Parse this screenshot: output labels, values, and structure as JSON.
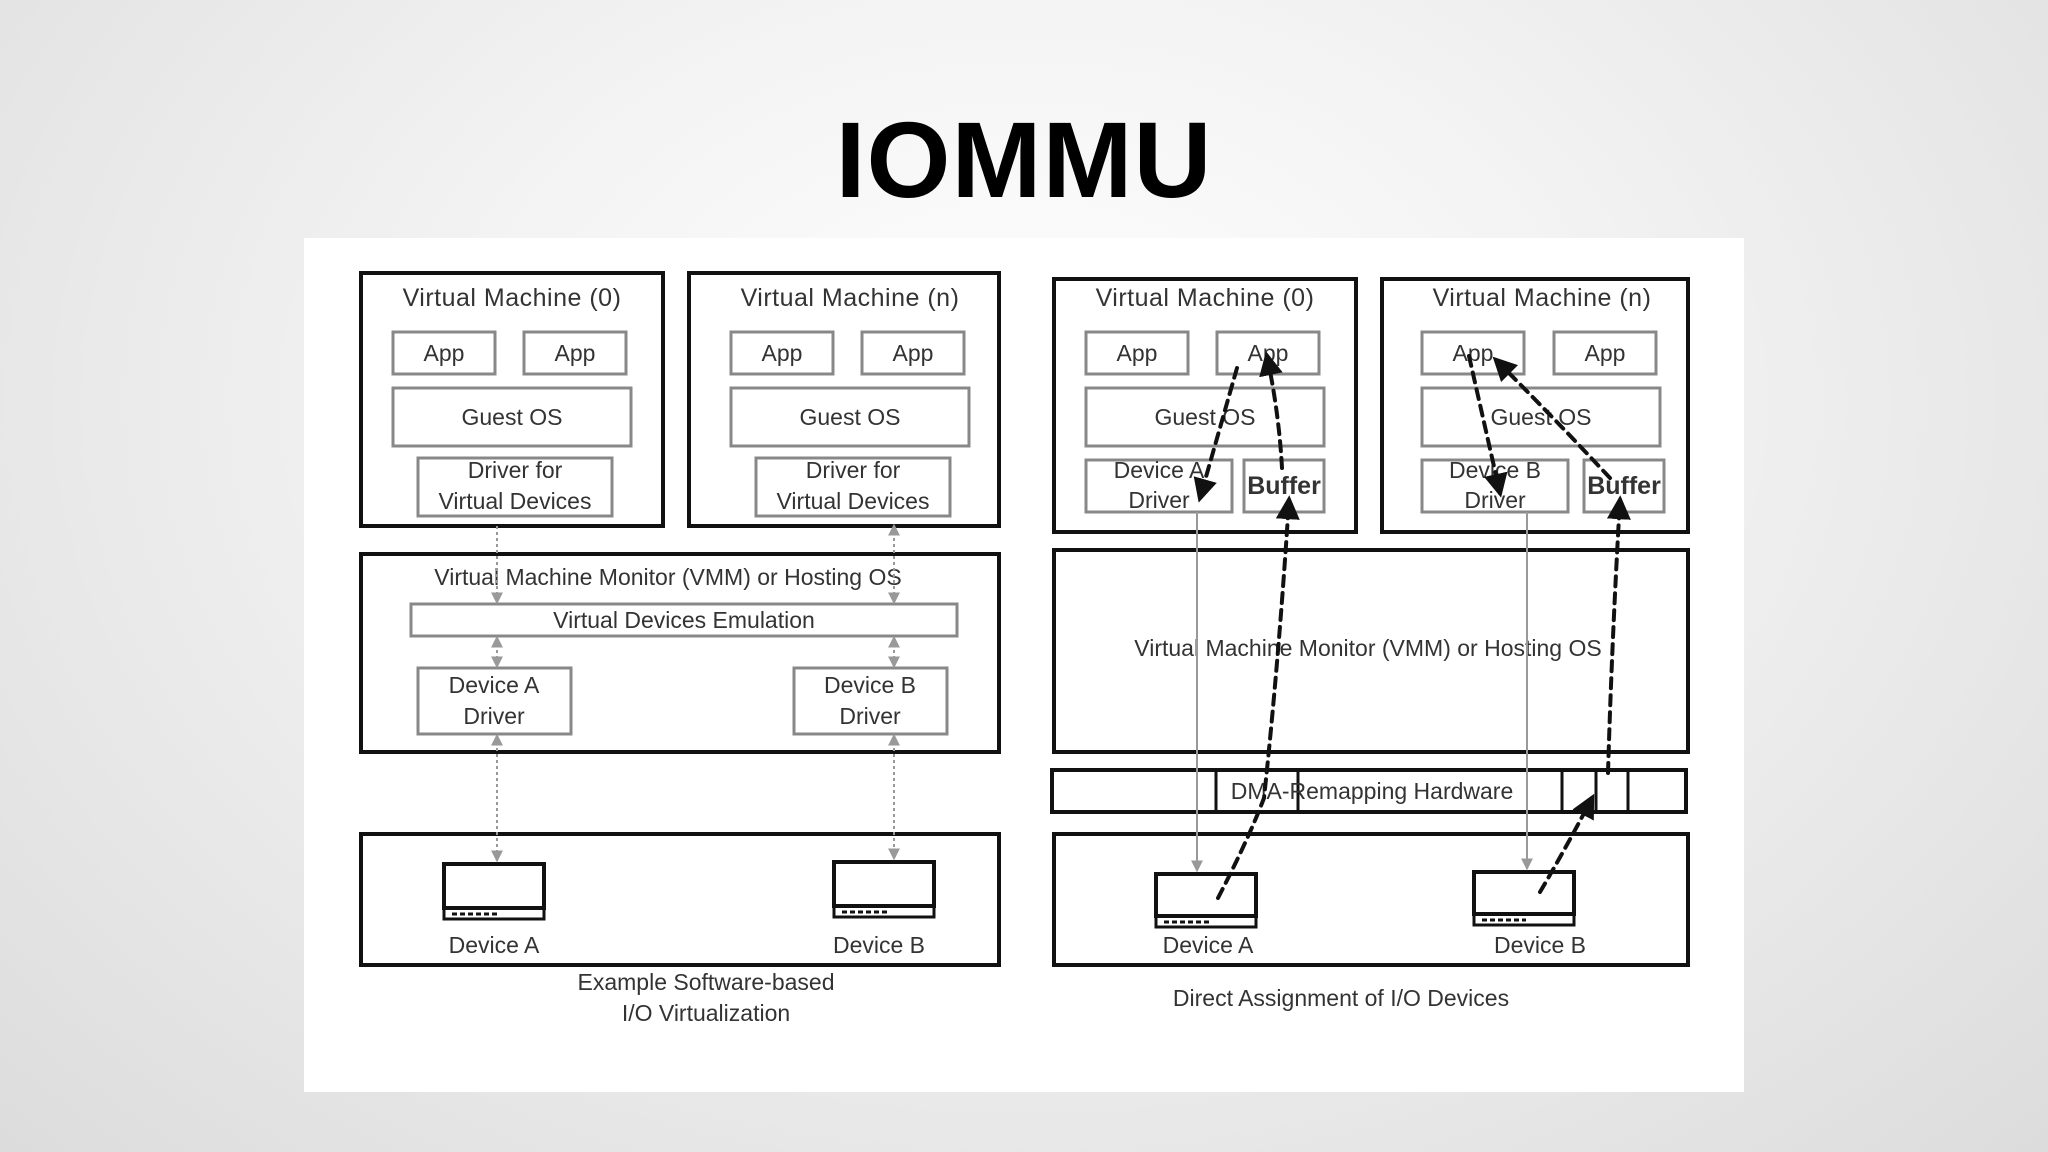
{
  "slide": {
    "title": "IOMMU",
    "background_colors": [
      "#ffffff",
      "#dcdcdc"
    ]
  },
  "colors": {
    "frame": "#111111",
    "inner_box": "#888888",
    "text": "#333333",
    "flow_arrow": "#999999",
    "dma_path": "#111111"
  },
  "left_diagram": {
    "caption_line1": "Example Software-based",
    "caption_line2": "I/O Virtualization",
    "vm0": {
      "title": "Virtual Machine (0)",
      "app1": "App",
      "app2": "App",
      "guest_os": "Guest OS",
      "driver_line1": "Driver for",
      "driver_line2": "Virtual Devices"
    },
    "vmn": {
      "title": "Virtual Machine (n)",
      "app1": "App",
      "app2": "App",
      "guest_os": "Guest OS",
      "driver_line1": "Driver for",
      "driver_line2": "Virtual Devices"
    },
    "vmm": {
      "title": "Virtual Machine Monitor (VMM) or Hosting OS",
      "emulation": "Virtual Devices Emulation",
      "driver_a_line1": "Device A",
      "driver_a_line2": "Driver",
      "driver_b_line1": "Device B",
      "driver_b_line2": "Driver"
    },
    "hardware": {
      "device_a": "Device A",
      "device_b": "Device B"
    }
  },
  "right_diagram": {
    "caption": "Direct Assignment of I/O Devices",
    "vm0": {
      "title": "Virtual Machine (0)",
      "app1": "App",
      "app2": "App",
      "guest_os": "Guest OS",
      "driver_line1": "Device A",
      "driver_line2": "Driver",
      "buffer": "Buffer"
    },
    "vmn": {
      "title": "Virtual Machine (n)",
      "app1": "App",
      "app2": "App",
      "guest_os": "Guest OS",
      "driver_line1": "Device B",
      "driver_line2": "Driver",
      "buffer": "Buffer"
    },
    "vmm": {
      "title": "Virtual Machine Monitor (VMM) or Hosting OS"
    },
    "dma": {
      "label": "DMA-Remapping Hardware"
    },
    "hardware": {
      "device_a": "Device A",
      "device_b": "Device B"
    }
  }
}
